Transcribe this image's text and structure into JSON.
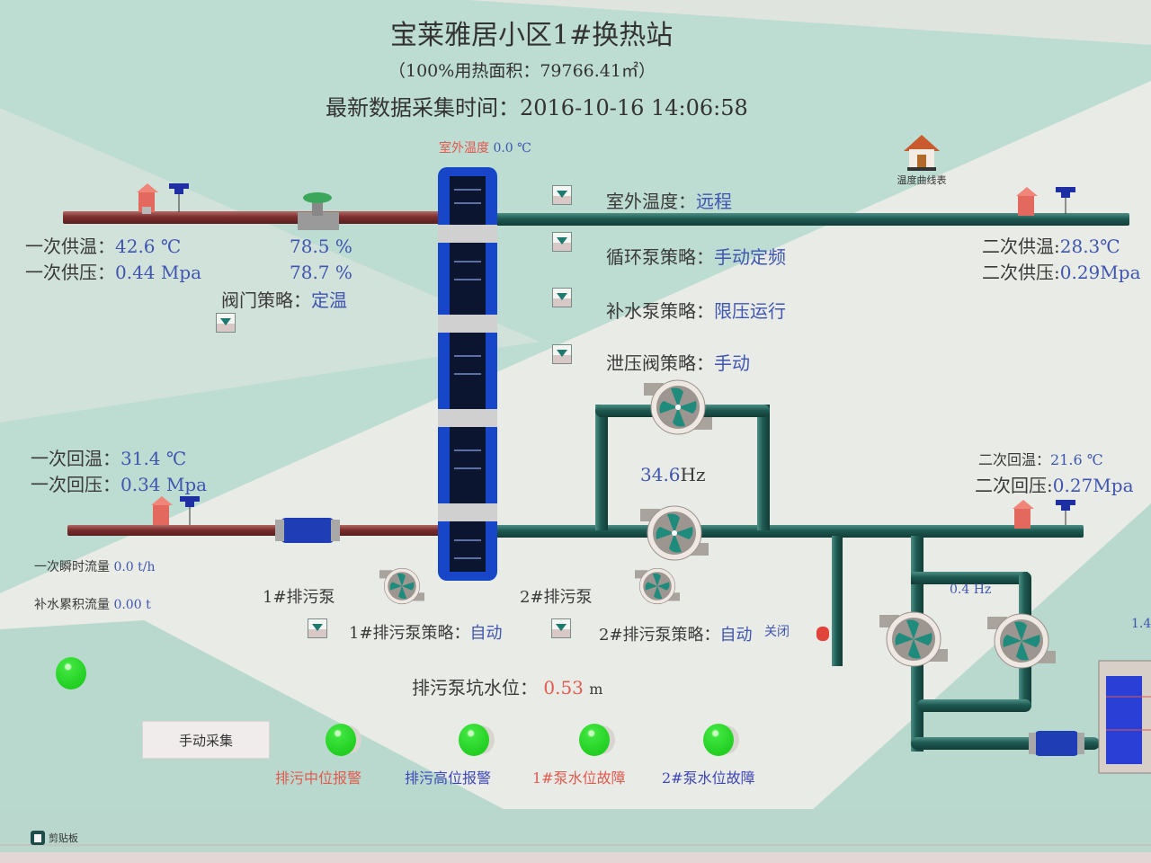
{
  "header": {
    "title": "宝莱雅居小区1#换热站",
    "area": "（100%用热面积：79766.41㎡）",
    "time_label": "最新数据采集时间：",
    "time_value": "2016-10-16  14:06:58"
  },
  "outdoor_temp": {
    "label": "室外温度",
    "value": "0.0 ℃"
  },
  "temp_curve": {
    "label": "温度曲线表",
    "icon": "house-icon"
  },
  "primary_supply": {
    "temp_label": "一次供温：",
    "temp_value": "42.6 ℃",
    "pressure_label": "一次供压：",
    "pressure_value": "0.44 Mpa"
  },
  "valve": {
    "opening_1": "78.5 %",
    "opening_2": "78.7 %",
    "strategy_label": "阀门策略：",
    "strategy_value": "定温"
  },
  "strategies": [
    {
      "label": "室外温度：",
      "value": "远程"
    },
    {
      "label": "循环泵策略：",
      "value": "手动定频"
    },
    {
      "label": "补水泵策略：",
      "value": "限压运行"
    },
    {
      "label": "泄压阀策略：",
      "value": "手动"
    }
  ],
  "secondary_supply": {
    "temp_label": "二次供温:",
    "temp_value": "28.3℃",
    "pressure_label": "二次供压:",
    "pressure_value": "0.29Mpa"
  },
  "primary_return": {
    "temp_label": "一次回温：",
    "temp_value": "31.4 ℃",
    "pressure_label": "一次回压：",
    "pressure_value": "0.34 Mpa"
  },
  "secondary_return": {
    "temp_label": "二次回温：",
    "temp_value": "21.6 ℃",
    "pressure_label": "二次回压:",
    "pressure_value": "0.27Mpa"
  },
  "circulation_pump": {
    "frequency": "34.6",
    "unit": "Hz"
  },
  "makeup_pump": {
    "frequency": "0.4 Hz"
  },
  "tank_label_partial": "1.4",
  "flow": {
    "instant_label": "一次瞬时流量",
    "instant_value": "0.0 t/h",
    "makeup_label": "补水累积流量",
    "makeup_value": "0.00 t"
  },
  "sewage_pumps": [
    {
      "name": "1#排污泵",
      "strategy_label": "1#排污泵策略：",
      "strategy_value": "自动"
    },
    {
      "name": "2#排污泵",
      "strategy_label": "2#排污泵策略：",
      "strategy_value": "自动",
      "extra": "关闭"
    }
  ],
  "pit_level": {
    "label": "排污泵坑水位：",
    "value": "0.53",
    "unit": "m"
  },
  "manual_collect_label": "手动采集",
  "alarms": [
    {
      "label": "排污中位报警",
      "color": "#e05a50",
      "status": "green"
    },
    {
      "label": "排污高位报警",
      "color": "#3f47b8",
      "status": "green"
    },
    {
      "label": "1#泵水位故障",
      "color": "#e05a50",
      "status": "green"
    },
    {
      "label": "2#泵水位故障",
      "color": "#3f47b8",
      "status": "green"
    }
  ],
  "taskbar": {
    "clipboard_label": "剪贴板"
  },
  "colors": {
    "primary_pipe": "#8a3a3a",
    "secondary_pipe": "#1f5e55",
    "value_text": "#3f55b0",
    "lamp_green": "#2ed12e",
    "exchanger_blue": "#1a4fc0"
  }
}
